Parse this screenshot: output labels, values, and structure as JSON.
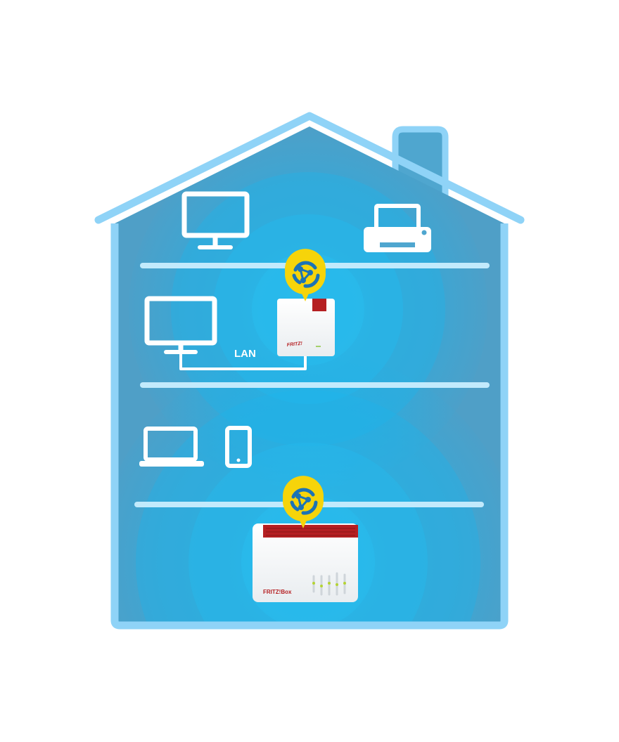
{
  "diagram": {
    "lan_label": "LAN",
    "repeater_brand": "FRITZ!",
    "router_brand": "FRITZ!Box",
    "floors": [
      {
        "devices": [
          "desktop-monitor",
          "printer"
        ]
      },
      {
        "devices": [
          "monitor-wired",
          "fritz-repeater"
        ]
      },
      {
        "devices": [
          "laptop",
          "smartphone"
        ]
      },
      {
        "devices": [
          "fritz-box-router"
        ]
      }
    ],
    "mesh_badges": [
      "mesh-icon",
      "mesh-icon"
    ]
  },
  "colors": {
    "house_outline": "#8fd3f7",
    "house_fill": "#4fa6cf",
    "wifi_glow": "#18b8ee",
    "floor_line": "#bfe8fb",
    "device_white": "#ffffff",
    "mesh_badge_yellow": "#f6d40a",
    "mesh_icon_blue": "#1c73b5",
    "fritz_red": "#b51f22"
  }
}
